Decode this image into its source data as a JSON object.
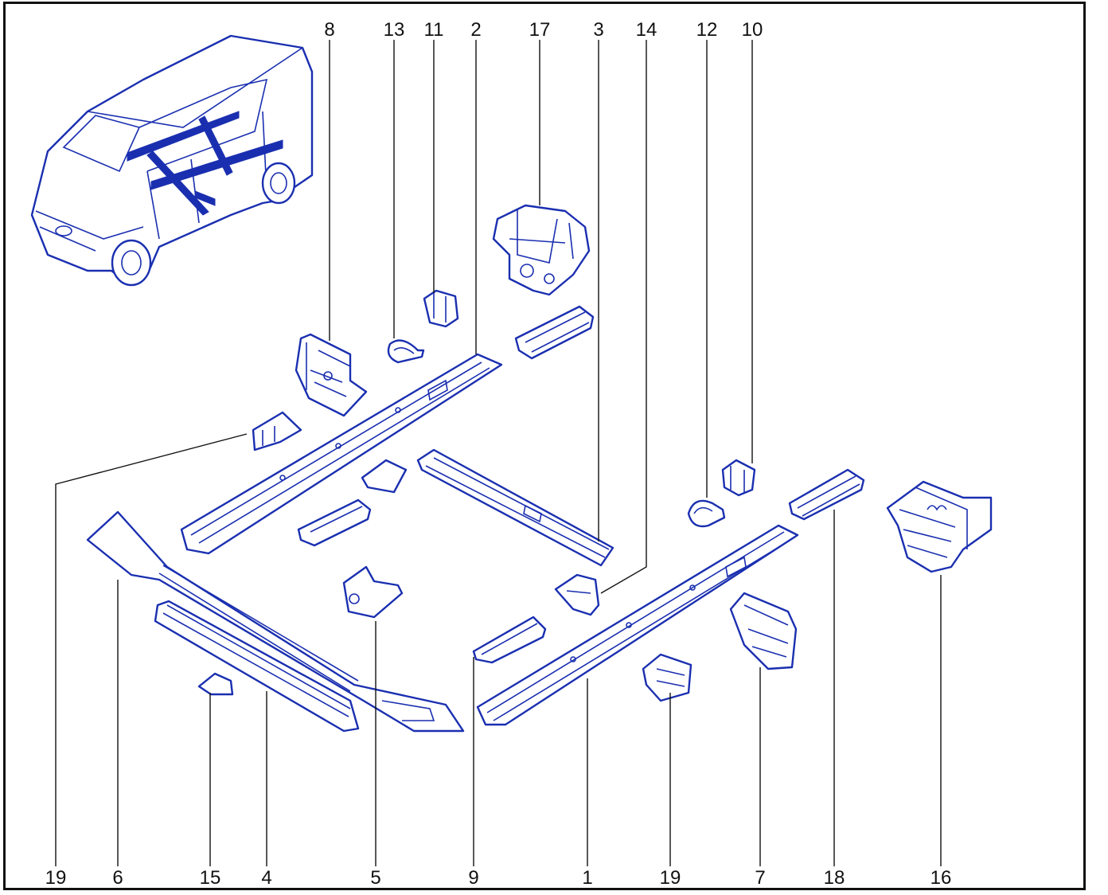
{
  "diagram": {
    "colors": {
      "line": "#1a2fb0",
      "label": "#111111",
      "frame": "#111111"
    },
    "callouts": [
      {
        "id": "top-8",
        "text": "8"
      },
      {
        "id": "top-13",
        "text": "13"
      },
      {
        "id": "top-11",
        "text": "11"
      },
      {
        "id": "top-2",
        "text": "2"
      },
      {
        "id": "top-17",
        "text": "17"
      },
      {
        "id": "top-3",
        "text": "3"
      },
      {
        "id": "top-14",
        "text": "14"
      },
      {
        "id": "top-12",
        "text": "12"
      },
      {
        "id": "top-10",
        "text": "10"
      },
      {
        "id": "bot-19a",
        "text": "19"
      },
      {
        "id": "bot-6",
        "text": "6"
      },
      {
        "id": "bot-15",
        "text": "15"
      },
      {
        "id": "bot-4",
        "text": "4"
      },
      {
        "id": "bot-5",
        "text": "5"
      },
      {
        "id": "bot-9",
        "text": "9"
      },
      {
        "id": "bot-1",
        "text": "1"
      },
      {
        "id": "bot-19b",
        "text": "19"
      },
      {
        "id": "bot-7",
        "text": "7"
      },
      {
        "id": "bot-18",
        "text": "18"
      },
      {
        "id": "bot-16",
        "text": "16"
      }
    ]
  }
}
